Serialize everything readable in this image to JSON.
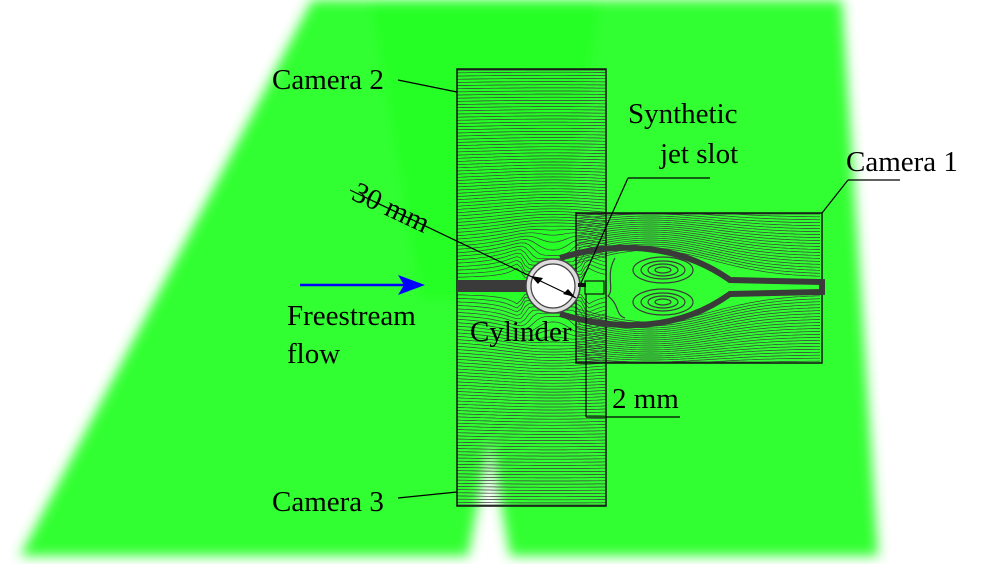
{
  "labels": {
    "camera2": "Camera 2",
    "camera1": "Camera 1",
    "camera3": "Camera 3",
    "synthetic_jet_slot_line1": "Synthetic",
    "synthetic_jet_slot_line2": "jet slot",
    "diameter": "30 mm",
    "freestream_line1": "Freestream",
    "freestream_line2": "flow",
    "cylinder": "Cylinder",
    "slot_width": "2 mm"
  },
  "colors": {
    "laser_sheet": "#33ff33",
    "laser_core": "#22ee22",
    "streamline": "#3a3a3a",
    "arrow": "#0000ff"
  }
}
